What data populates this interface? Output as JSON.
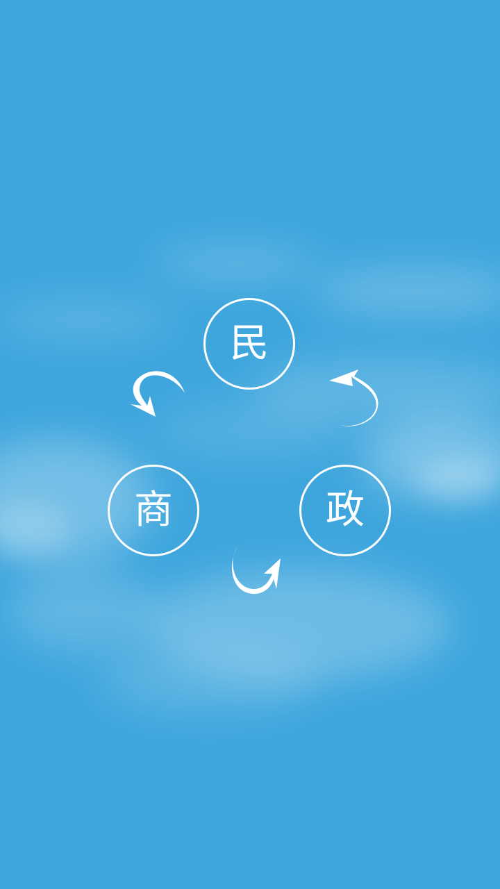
{
  "colors": {
    "background": "#3ea6dd",
    "foreground": "#ffffff"
  },
  "nodes": {
    "top": "民",
    "left": "商",
    "right": "政"
  },
  "icons": {
    "top_left_arrow": "curved-arrow-icon",
    "top_right_arrow": "curved-arrow-icon",
    "bottom_arrow": "curved-arrow-icon"
  }
}
